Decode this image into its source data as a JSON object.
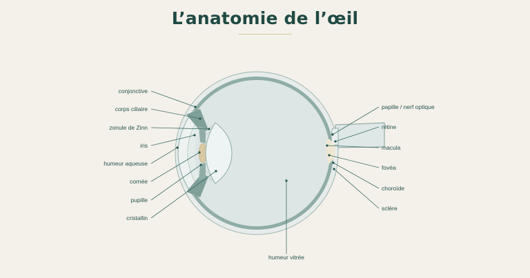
{
  "title": "L’anatomie de l’œil",
  "colors": {
    "background": "#f4f1ea",
    "title": "#1f4a43",
    "accent_rule": "#d8c9a3",
    "label": "#24544c",
    "leader_line": "#3f6e66",
    "sclera": "#e5ebe9",
    "choroid": "#8fada6",
    "vitreous": "#dde6e5",
    "lens": "#eef3f3",
    "iris": "#d9c9a3",
    "macula": "#efe7d3"
  },
  "labels": {
    "left": [
      "conjonctive",
      "corps ciliaire",
      "zonule de Zinn",
      "iris",
      "humeur aqueuse",
      "cornée",
      "pupille",
      "cristallin"
    ],
    "right": [
      "papille / nerf optique",
      "rétine",
      "macula",
      "fovéa",
      "choroïde",
      "sclère"
    ],
    "bottom": "humeur vitrée"
  }
}
